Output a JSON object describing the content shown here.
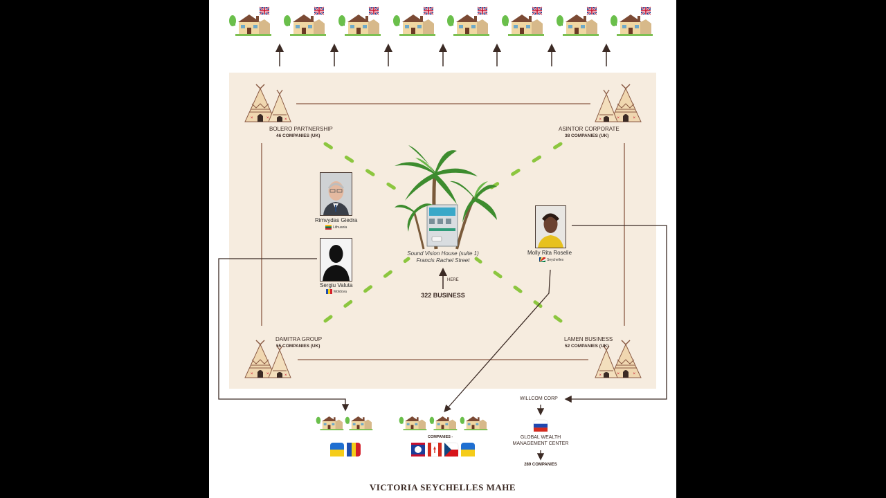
{
  "title": "VICTORIA SEYCHELLES MAHE",
  "center": {
    "address_line1": "Sound Vision House (suite 1)",
    "address_line2": "Francis Rachel Street",
    "here_label": "HERE",
    "business_label": "322 BUSINESS"
  },
  "corners": {
    "top_left": {
      "name": "BOLERO PARTNERSHIP",
      "count": "46 COMPANIES (UK)"
    },
    "top_right": {
      "name": "ASINTOR CORPORATE",
      "count": "38 COMPANIES (UK)"
    },
    "bottom_left": {
      "name": "DAMITRA GROUP",
      "count": "55 COMPANIES (UK)"
    },
    "bottom_right": {
      "name": "LAMEN BUSINESS",
      "count": "52 COMPANIES (UK)"
    }
  },
  "people": [
    {
      "name": "Rimvydas Giedra",
      "country": "Lithuania"
    },
    {
      "name": "Sergiu Valuta",
      "country": "Moldova"
    },
    {
      "name": "Molly Rita Roselie",
      "country": "Seychelles"
    }
  ],
  "bottom": {
    "companies_label": "COMPANIES -",
    "willcom": "WILLCOM CORP",
    "gwmc_line1": "GLOBAL WEALTH",
    "gwmc_line2": "MANAGEMENT CENTER",
    "gwmc_count": "289 COMPANIES"
  },
  "colors": {
    "panel": "#f6ecdf",
    "line_brown": "#8a5a44",
    "dash_green": "#8cc63f",
    "wire": "#3b2a24",
    "text": "#3b2a24"
  },
  "icons": {
    "house": "house-icon",
    "teepee": "teepee-icon",
    "palm": "palm-tree-icon",
    "uk_flag": "uk-flag-icon"
  }
}
